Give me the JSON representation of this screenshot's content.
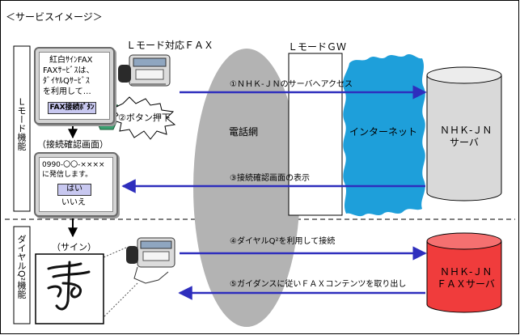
{
  "title": "＜サービスイメージ＞",
  "side_labels": {
    "lmode": "Ｌモード機能",
    "dial": "ダイヤルQ²機能"
  },
  "fax_device_label": "Ｌモード対応ＦＡＸ",
  "lmode_gw_label": "ＬモードＧＷ",
  "phone_network_label": "電話網",
  "internet_label": "インターネット",
  "server1": {
    "line1": "ＮＨＫ-ＪＮ",
    "line2": "サーバ"
  },
  "server2": {
    "line1": "ＮＨＫ-ＪＮ",
    "line2": "ＦＡＸサーバ"
  },
  "screen1": {
    "lines": [
      "紅白ｻｲﾝFAX",
      "FAXｻｰﾋﾞｽは、",
      "ﾀﾞｲﾔﾙQｻｰﾋﾞｽ",
      "を利用して…"
    ],
    "button": "FAX接続ﾎﾞﾀﾝ"
  },
  "press_label": "②ボタン押下",
  "confirm_caption": "（接続確認画面）",
  "screen2": {
    "lines": [
      "0990-〇〇-××××",
      "に発信します。"
    ],
    "yes": "はい",
    "no": "いいえ"
  },
  "sign_caption": "（サイン）",
  "arrows": {
    "a1": "①ＮＨＫ-ＪＮのサーバへアクセス",
    "a3": "③接続確認画面の表示",
    "a4": "④ダイヤルQ²を利用して接続",
    "a5": "⑤ガイダンスに従いＦＡＸコンテンツを取り出し"
  },
  "colors": {
    "arrow": "#2e2ebd",
    "network_gray": "#b3b3b3",
    "internet_blue": "#1e9fda",
    "server_gray": "#d9d9d9",
    "fax_server_red": "#f03c3c",
    "button_lavender": "#c8c8f0",
    "hand_green": "#3aa070"
  }
}
